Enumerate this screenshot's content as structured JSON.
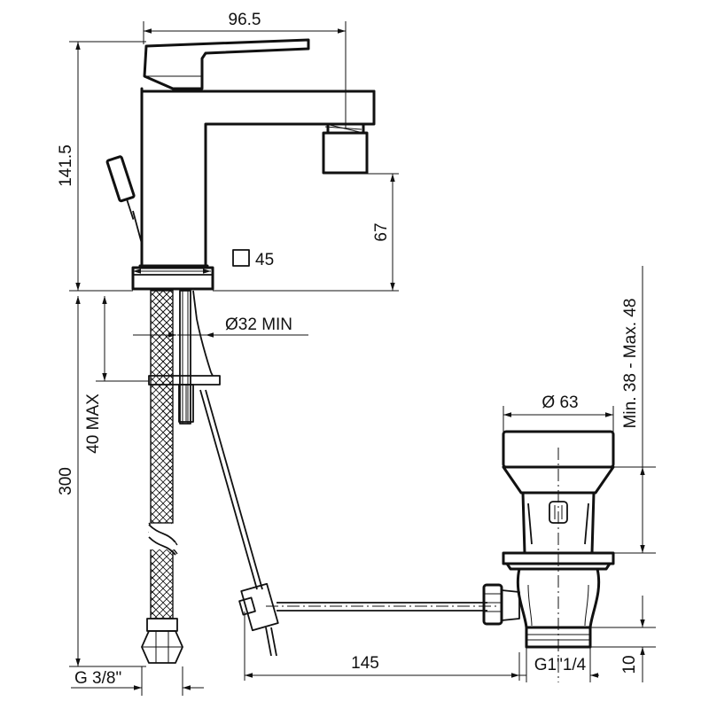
{
  "dimensions": {
    "width_965": "96.5",
    "height_1415": "141.5",
    "height_67": "67",
    "square_45": "45",
    "hole_32": "Ø32 MIN",
    "thickness_40": "40 MAX",
    "hose_300": "300",
    "connection_g38": "G 3/8\"",
    "diameter_63": "Ø 63",
    "range_min_max": "Min. 38 - Max. 48",
    "length_145": "145",
    "thread_g114": "G1\"1/4",
    "height_10": "10"
  },
  "square_symbol": "□"
}
